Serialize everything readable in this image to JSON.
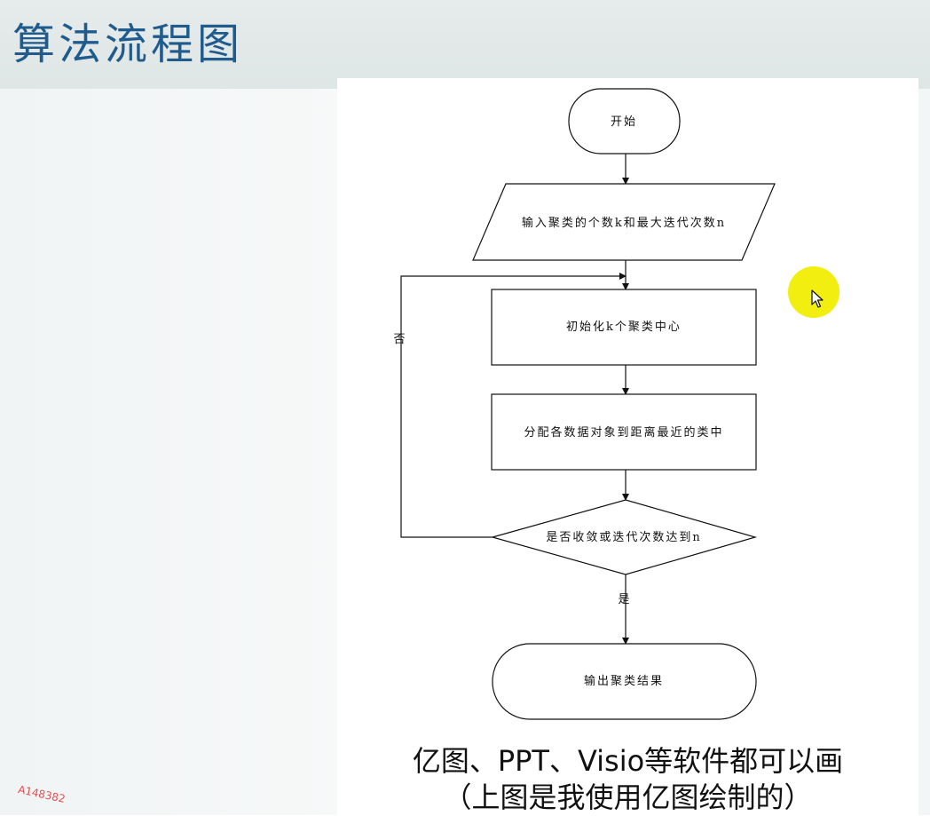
{
  "slide": {
    "title": "算法流程图"
  },
  "flowchart": {
    "nodes": [
      {
        "id": "start",
        "shape": "terminal",
        "label": "开始"
      },
      {
        "id": "input",
        "shape": "parallelogram",
        "label": "输入聚类的个数k和最大迭代次数n"
      },
      {
        "id": "init",
        "shape": "process",
        "label": "初始化k个聚类中心"
      },
      {
        "id": "assign",
        "shape": "process",
        "label": "分配各数据对象到距离最近的类中"
      },
      {
        "id": "decision",
        "shape": "decision",
        "label": "是否收敛或迭代次数达到n"
      },
      {
        "id": "output",
        "shape": "terminal",
        "label": "输出聚类结果"
      }
    ],
    "edges": [
      {
        "from": "start",
        "to": "input",
        "label": ""
      },
      {
        "from": "input",
        "to": "init",
        "label": ""
      },
      {
        "from": "init",
        "to": "assign",
        "label": ""
      },
      {
        "from": "assign",
        "to": "decision",
        "label": ""
      },
      {
        "from": "decision",
        "to": "output",
        "label": "是"
      },
      {
        "from": "decision",
        "to": "init",
        "label": "否"
      }
    ]
  },
  "caption": {
    "line1": "亿图、PPT、Visio等软件都可以画",
    "line2": "（上图是我使用亿图绘制的）"
  },
  "watermark": "A148382",
  "colors": {
    "title": "#1f5b8c",
    "cursor_highlight": "#f2ee10",
    "watermark": "#e05050"
  }
}
